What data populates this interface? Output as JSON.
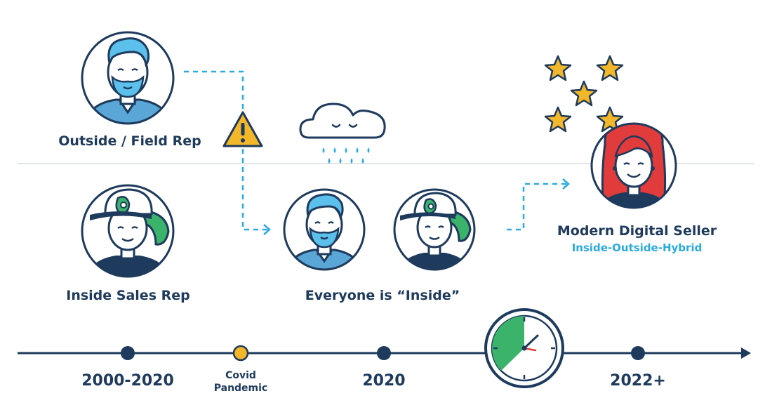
{
  "colors": {
    "navy": "#1e3a5c",
    "blue": "#29abe2",
    "light_blue": "#5bc0eb",
    "shirt_blue": "#5aa6d6",
    "green": "#3bb36b",
    "red": "#e23b3b",
    "yellow": "#f3b72a",
    "skin": "#ffffff"
  },
  "roles": {
    "field_rep": "Outside / Field Rep",
    "inside_rep": "Inside Sales Rep",
    "everyone_inside": "Everyone is “Inside”",
    "modern_seller": "Modern Digital Seller",
    "modern_seller_sub": "Inside-Outside-Hybrid"
  },
  "timeline": {
    "start": "2000-2020",
    "covid_line1": "Covid",
    "covid_line2": "Pandemic",
    "mid": "2020",
    "end": "2022+"
  },
  "icons": [
    "warning-icon",
    "rain-cloud-icon",
    "star-icon",
    "clock-icon",
    "arrow-icon"
  ]
}
